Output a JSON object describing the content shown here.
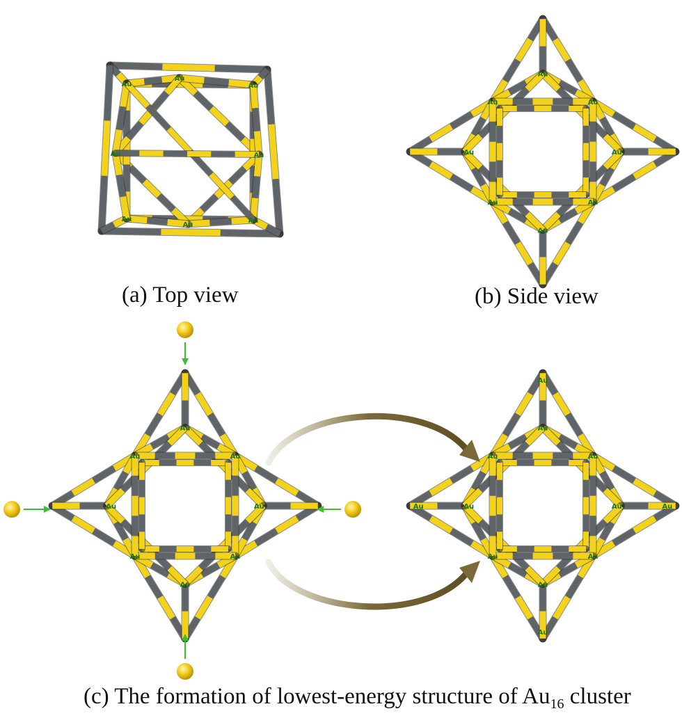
{
  "captions": {
    "a": "(a) Top view",
    "b": "(b) Side view",
    "c_before": "(c) The formation of lowest-energy structure of Au",
    "c_sub": "16",
    "c_after": " cluster"
  },
  "atom_label": "Au",
  "colors": {
    "gold": "#f2d21a",
    "gold_dark": "#c9a800",
    "gray": "#5f6468",
    "gray_light": "#8a9094",
    "label": "#1a7a1a",
    "arrow_green": "#3cbf2e",
    "curved_arrow": "#7a6a3a"
  },
  "panels": [
    {
      "id": "top-view",
      "kind": "top"
    },
    {
      "id": "side-view",
      "kind": "side"
    },
    {
      "id": "initial-cluster",
      "kind": "side"
    },
    {
      "id": "final-cluster",
      "kind": "side"
    }
  ]
}
